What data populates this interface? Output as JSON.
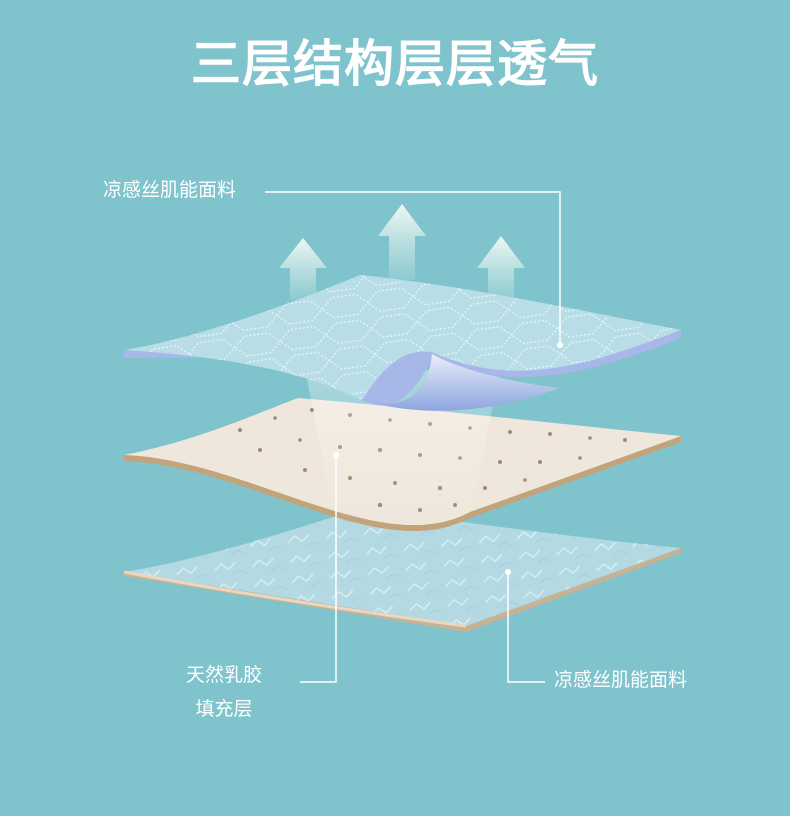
{
  "title": "三层结构层层透气",
  "labels": {
    "top_layer": "凉感丝肌能面料",
    "middle_layer_line1": "天然乳胶",
    "middle_layer_line2": "填充层",
    "bottom_layer": "凉感丝肌能面料"
  },
  "colors": {
    "background": "#7fc3cd",
    "fabric": "#b7dde6",
    "fabric_edge": "#9fb6e6",
    "latex": "#efe7dc",
    "latex_edge": "#c9ae8a",
    "arrow": "#eaf6ee",
    "leader_line": "#ffffff"
  },
  "icons": [
    "air-flow-arrow",
    "air-flow-arrow",
    "air-flow-arrow"
  ]
}
